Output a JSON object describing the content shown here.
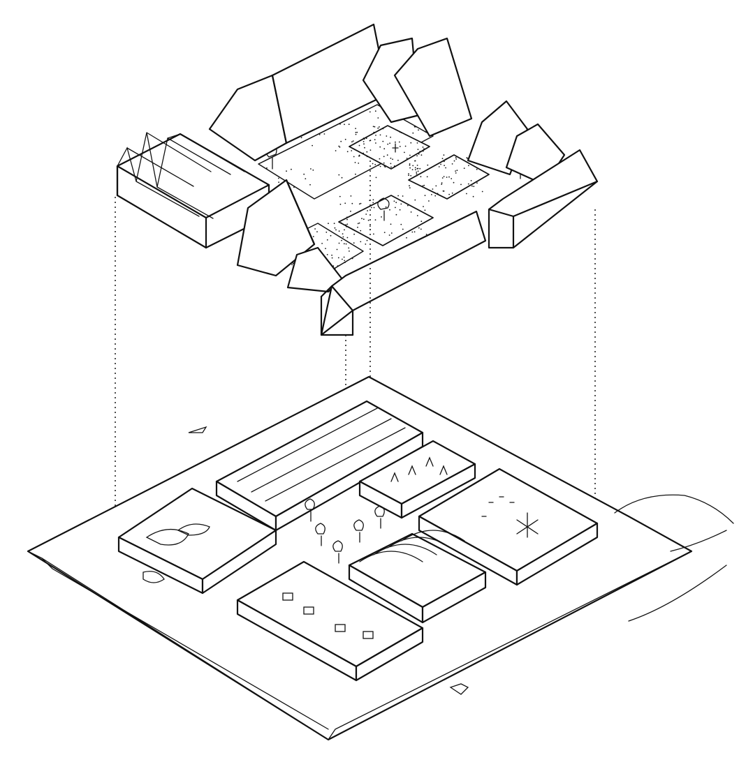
{
  "diagram": {
    "colors": {
      "ink": "#111111",
      "paper": "#ffffff"
    },
    "upper_level": {
      "roofs": [
        "sawtooth-roof",
        "mono-pitch-roof",
        "gable-roof"
      ],
      "courtyards": 4
    },
    "ground_level": {
      "enclosures": [
        "pond-court",
        "vegetable-garden",
        "orchard",
        "vault-hall",
        "games-court",
        "market-court"
      ]
    }
  }
}
